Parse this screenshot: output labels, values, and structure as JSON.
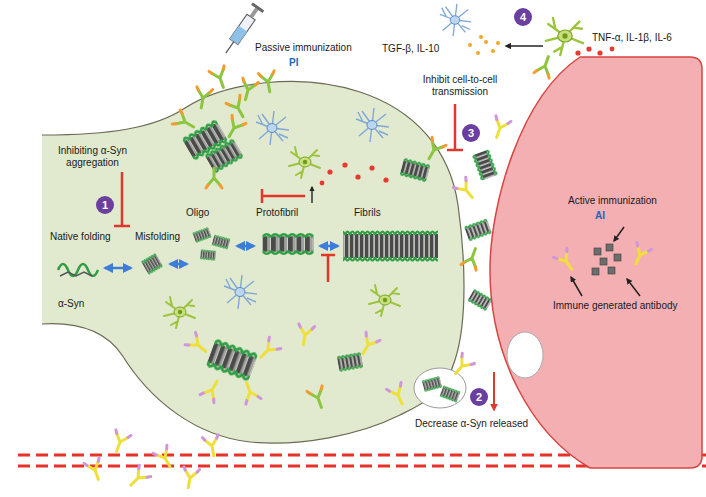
{
  "diagram": {
    "nodes": [
      {
        "text": [
          "4"
        ]
      },
      {
        "text": [
          "Active immunization",
          "AI",
          "Immune generated antibody"
        ]
      },
      {
        "text": [
          "3"
        ]
      },
      {
        "text": [
          "1"
        ]
      },
      {
        "text": [
          "2"
        ]
      }
    ],
    "labels": [
      "Passive immunization",
      "PI",
      "TGF-β, IL-10",
      "TNF-α, IL-1β, IL-6",
      "Inhibit cell-to-cell transmission",
      "Inhibiting α-Syn aggregation",
      "Oligo",
      "Protofibril",
      "Fibrils",
      "Native folding",
      "Misfolding",
      "α-Syn",
      "Decrease α-Syn released"
    ]
  }
}
